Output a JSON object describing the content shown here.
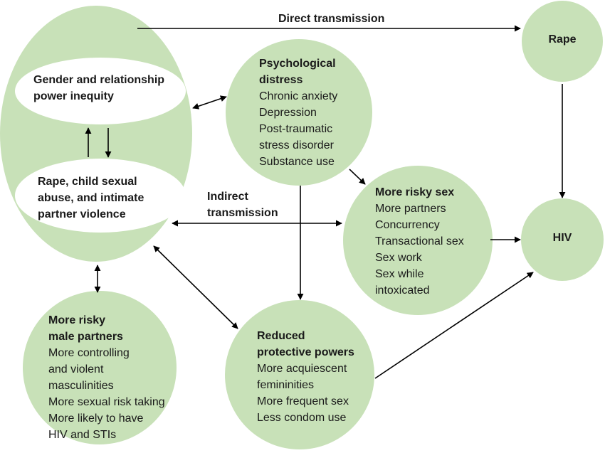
{
  "colors": {
    "fill": "#c8e1b8",
    "ellipse_fill": "#ffffff",
    "arrow": "#000000"
  },
  "labels": {
    "direct": "Direct transmission",
    "indirect_1": "Indirect",
    "indirect_2": "transmission"
  },
  "nodes": {
    "power": {
      "lines": [
        "Gender and relationship",
        "power inequity"
      ]
    },
    "violence": {
      "lines": [
        "Rape, child sexual",
        "abuse, and intimate",
        "partner violence"
      ]
    },
    "distress": {
      "title": [
        "Psychological",
        "distress"
      ],
      "items": [
        "Chronic anxiety",
        "Depression",
        "Post-traumatic",
        "stress disorder",
        "Substance use"
      ]
    },
    "risky_sex": {
      "title": [
        "More risky sex"
      ],
      "items": [
        "More partners",
        "Concurrency",
        "Transactional sex",
        "Sex work",
        "Sex while",
        "intoxicated"
      ]
    },
    "male": {
      "title": [
        "More risky",
        "male partners"
      ],
      "items": [
        "More controlling",
        "and violent",
        "masculinities",
        "More sexual risk taking",
        "More likely to have",
        "HIV and STIs"
      ]
    },
    "protective": {
      "title": [
        "Reduced",
        "protective powers"
      ],
      "items": [
        "More acquiescent",
        "femininities",
        "More frequent sex",
        "Less condom use"
      ]
    },
    "rape": {
      "title": "Rape"
    },
    "hiv": {
      "title": "HIV"
    }
  }
}
